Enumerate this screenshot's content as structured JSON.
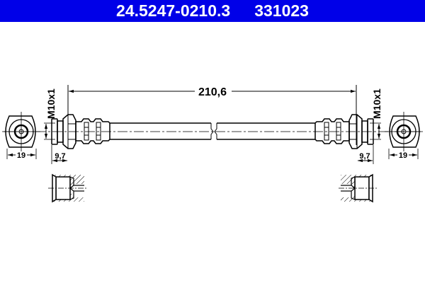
{
  "header": {
    "part_number": "24.5247-0210.3",
    "ref_number": "331023",
    "background_color": "#0000e8",
    "text_color": "#ffffff"
  },
  "drawing": {
    "type": "brake-hose-technical-drawing",
    "overall_length_label": "210,6",
    "left_fitting": {
      "thread_label": "M10x1",
      "hex_width_label": "19",
      "fitting_length_label": "9,7"
    },
    "right_fitting": {
      "thread_label": "M10x1",
      "hex_width_label": "19",
      "fitting_length_label": "9,7"
    },
    "section_views": [
      "left-port-section",
      "right-port-section"
    ]
  }
}
